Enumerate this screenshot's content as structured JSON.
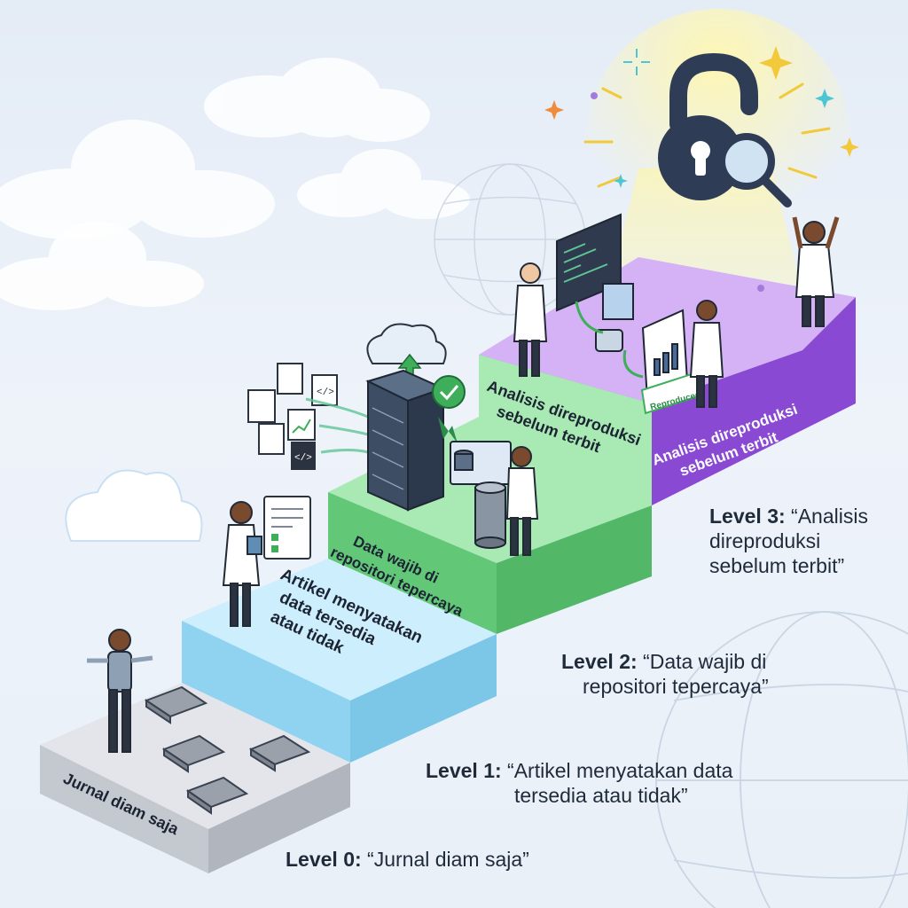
{
  "steps": [
    {
      "level": "Level 0:",
      "label": "Jurnal diam saja",
      "quote": "“Jurnal diam saja”",
      "side_label": ""
    },
    {
      "level": "Level 1:",
      "label": "Artikel menyatakan data tersedia atau tidak",
      "label_lines": [
        "Artikel menyatakan",
        "data tersedia",
        "atau tidak"
      ],
      "quote_lines": [
        "“Artikel menyatakan data",
        "tersedia atau tidak”"
      ]
    },
    {
      "level": "Level 2:",
      "label": "Data wajib di repositori tepercaya",
      "label_lines": [
        "Data wajib di",
        "repositori tepercaya"
      ],
      "quote_lines": [
        "“Data wajib di",
        "repositori tepercaya”"
      ]
    },
    {
      "level": "Level 3:",
      "label": "Analisis direproduksi sebelum terbit",
      "label_lines": [
        "Analisis direproduksi",
        "sebelum terbit"
      ],
      "side_lines": [
        "Analisis direproduksi",
        "sebelum terbit"
      ],
      "quote_lines": [
        "“Analisis",
        "direproduksi",
        "sebelum terbit”"
      ]
    }
  ],
  "badge_text": "Reproduced",
  "colors": {
    "step0": "#c9ccd2",
    "step1": "#9fdcf4",
    "step2": "#7fd98f",
    "step3": "#b07ae6",
    "lock": "#2e3d55"
  },
  "icons": [
    "cloud-icon",
    "globe-icon",
    "book-icon",
    "server-icon",
    "upload-arrow-icon",
    "verified-badge-icon",
    "document-icon",
    "code-file-icon",
    "chart-file-icon",
    "database-icon",
    "monitor-code-icon",
    "open-lock-icon",
    "magnifier-icon",
    "sparkle-icon"
  ]
}
